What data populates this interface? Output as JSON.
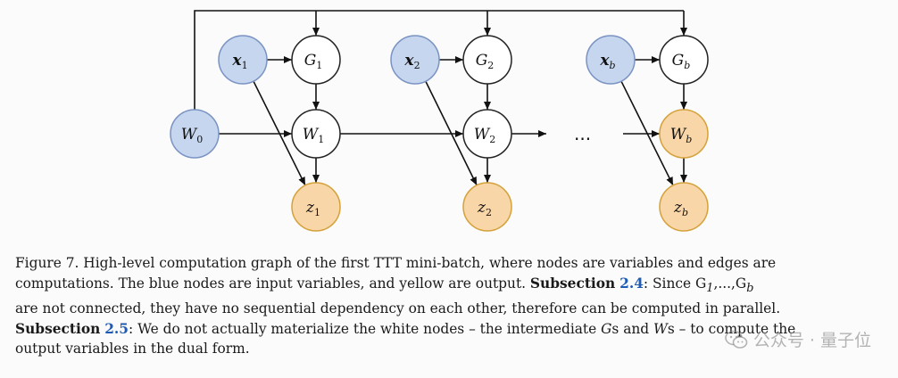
{
  "diagram": {
    "nodes": [
      {
        "id": "W0",
        "base": "W",
        "sub": "0",
        "kind": "input"
      },
      {
        "id": "x1",
        "base": "x",
        "sub": "1",
        "kind": "input",
        "bold": true
      },
      {
        "id": "G1",
        "base": "G",
        "sub": "1",
        "kind": "intermediate"
      },
      {
        "id": "W1",
        "base": "W",
        "sub": "1",
        "kind": "intermediate"
      },
      {
        "id": "z1",
        "base": "z",
        "sub": "1",
        "kind": "output"
      },
      {
        "id": "x2",
        "base": "x",
        "sub": "2",
        "kind": "input",
        "bold": true
      },
      {
        "id": "G2",
        "base": "G",
        "sub": "2",
        "kind": "intermediate"
      },
      {
        "id": "W2",
        "base": "W",
        "sub": "2",
        "kind": "intermediate"
      },
      {
        "id": "z2",
        "base": "z",
        "sub": "2",
        "kind": "output"
      },
      {
        "id": "xb",
        "base": "x",
        "sub": "b",
        "kind": "input",
        "bold": true
      },
      {
        "id": "Gb",
        "base": "G",
        "sub": "b",
        "kind": "intermediate"
      },
      {
        "id": "Wb",
        "base": "W",
        "sub": "b",
        "kind": "output"
      },
      {
        "id": "zb",
        "base": "z",
        "sub": "b",
        "kind": "output"
      }
    ],
    "ellipsis": "...",
    "colors": {
      "input_fill": "#c6d6ee",
      "input_stroke": "#7a93c3",
      "output_fill": "#f8d6a8",
      "output_stroke": "#d4a23c",
      "plain_fill": "#ffffff",
      "plain_stroke": "#222222"
    }
  },
  "caption": {
    "line1": "Figure 7. High-level computation graph of the first TTT mini-batch, where nodes are variables and edges are",
    "line2_a": "computations. The blue nodes are input variables, and yellow are output. ",
    "line2_ref_label": "Subsection",
    "line2_ref_num": "2.4",
    "line2_b": ": Since G",
    "line2_sub1": "1",
    "line2_c": ",...,G",
    "line2_subb": "b",
    "line3": "are not connected, they have no sequential dependency on each other, therefore can be computed in parallel.",
    "line4_ref_label": "Subsection",
    "line4_ref_num": "2.5",
    "line4_a": ": We do not actually materialize the white nodes – the intermediate ",
    "line4_g": "G",
    "line4_b": "s and ",
    "line4_w": "W",
    "line4_c": "s – to compute the",
    "line5": "output variables in the dual form."
  },
  "watermark": {
    "text": "公众号 · 量子位"
  }
}
